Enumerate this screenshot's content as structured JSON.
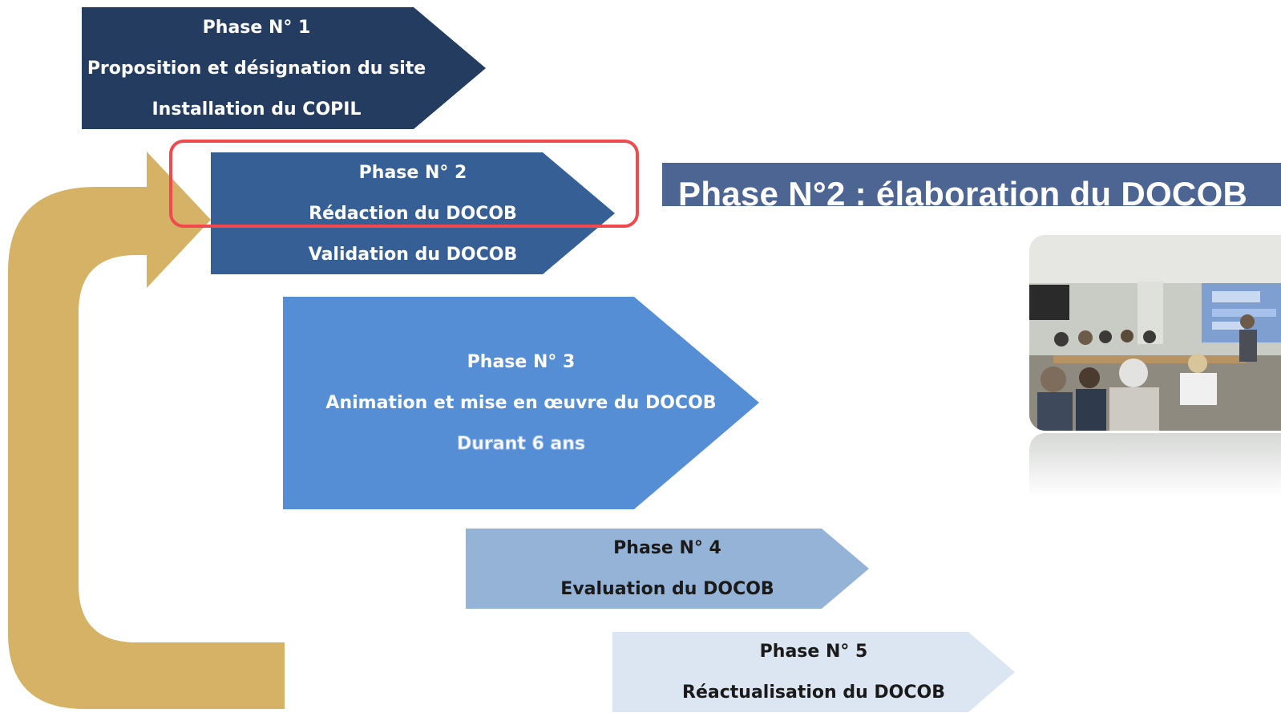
{
  "phases": [
    {
      "lines": [
        "Phase N° 1",
        "Proposition et désignation du site",
        "Installation du COPIL"
      ],
      "fill": "#233c5f",
      "text_color": "#ffffff"
    },
    {
      "lines": [
        "Phase N° 2",
        "Rédaction du DOCOB",
        "Validation du DOCOB"
      ],
      "fill": "#355f95",
      "text_color": "#ffffff"
    },
    {
      "lines": [
        "Phase N° 3",
        "Animation et mise en œuvre du DOCOB",
        "Durant 6 ans"
      ],
      "fill": "#558ed5",
      "text_color": "#ffffff"
    },
    {
      "lines": [
        "Phase N° 4",
        "Evaluation du DOCOB"
      ],
      "fill": "#95b3d7",
      "text_color": "#1a1a1a"
    },
    {
      "lines": [
        "Phase N° 5",
        "Réactualisation du DOCOB"
      ],
      "fill": "#dce6f2",
      "text_color": "#1a1a1a"
    }
  ],
  "banner": {
    "title": "Phase N°2 : élaboration du DOCOB",
    "fill": "#4d6592"
  },
  "highlight_color": "#f04a4f",
  "cycle_arrow_color": "#d6b266"
}
